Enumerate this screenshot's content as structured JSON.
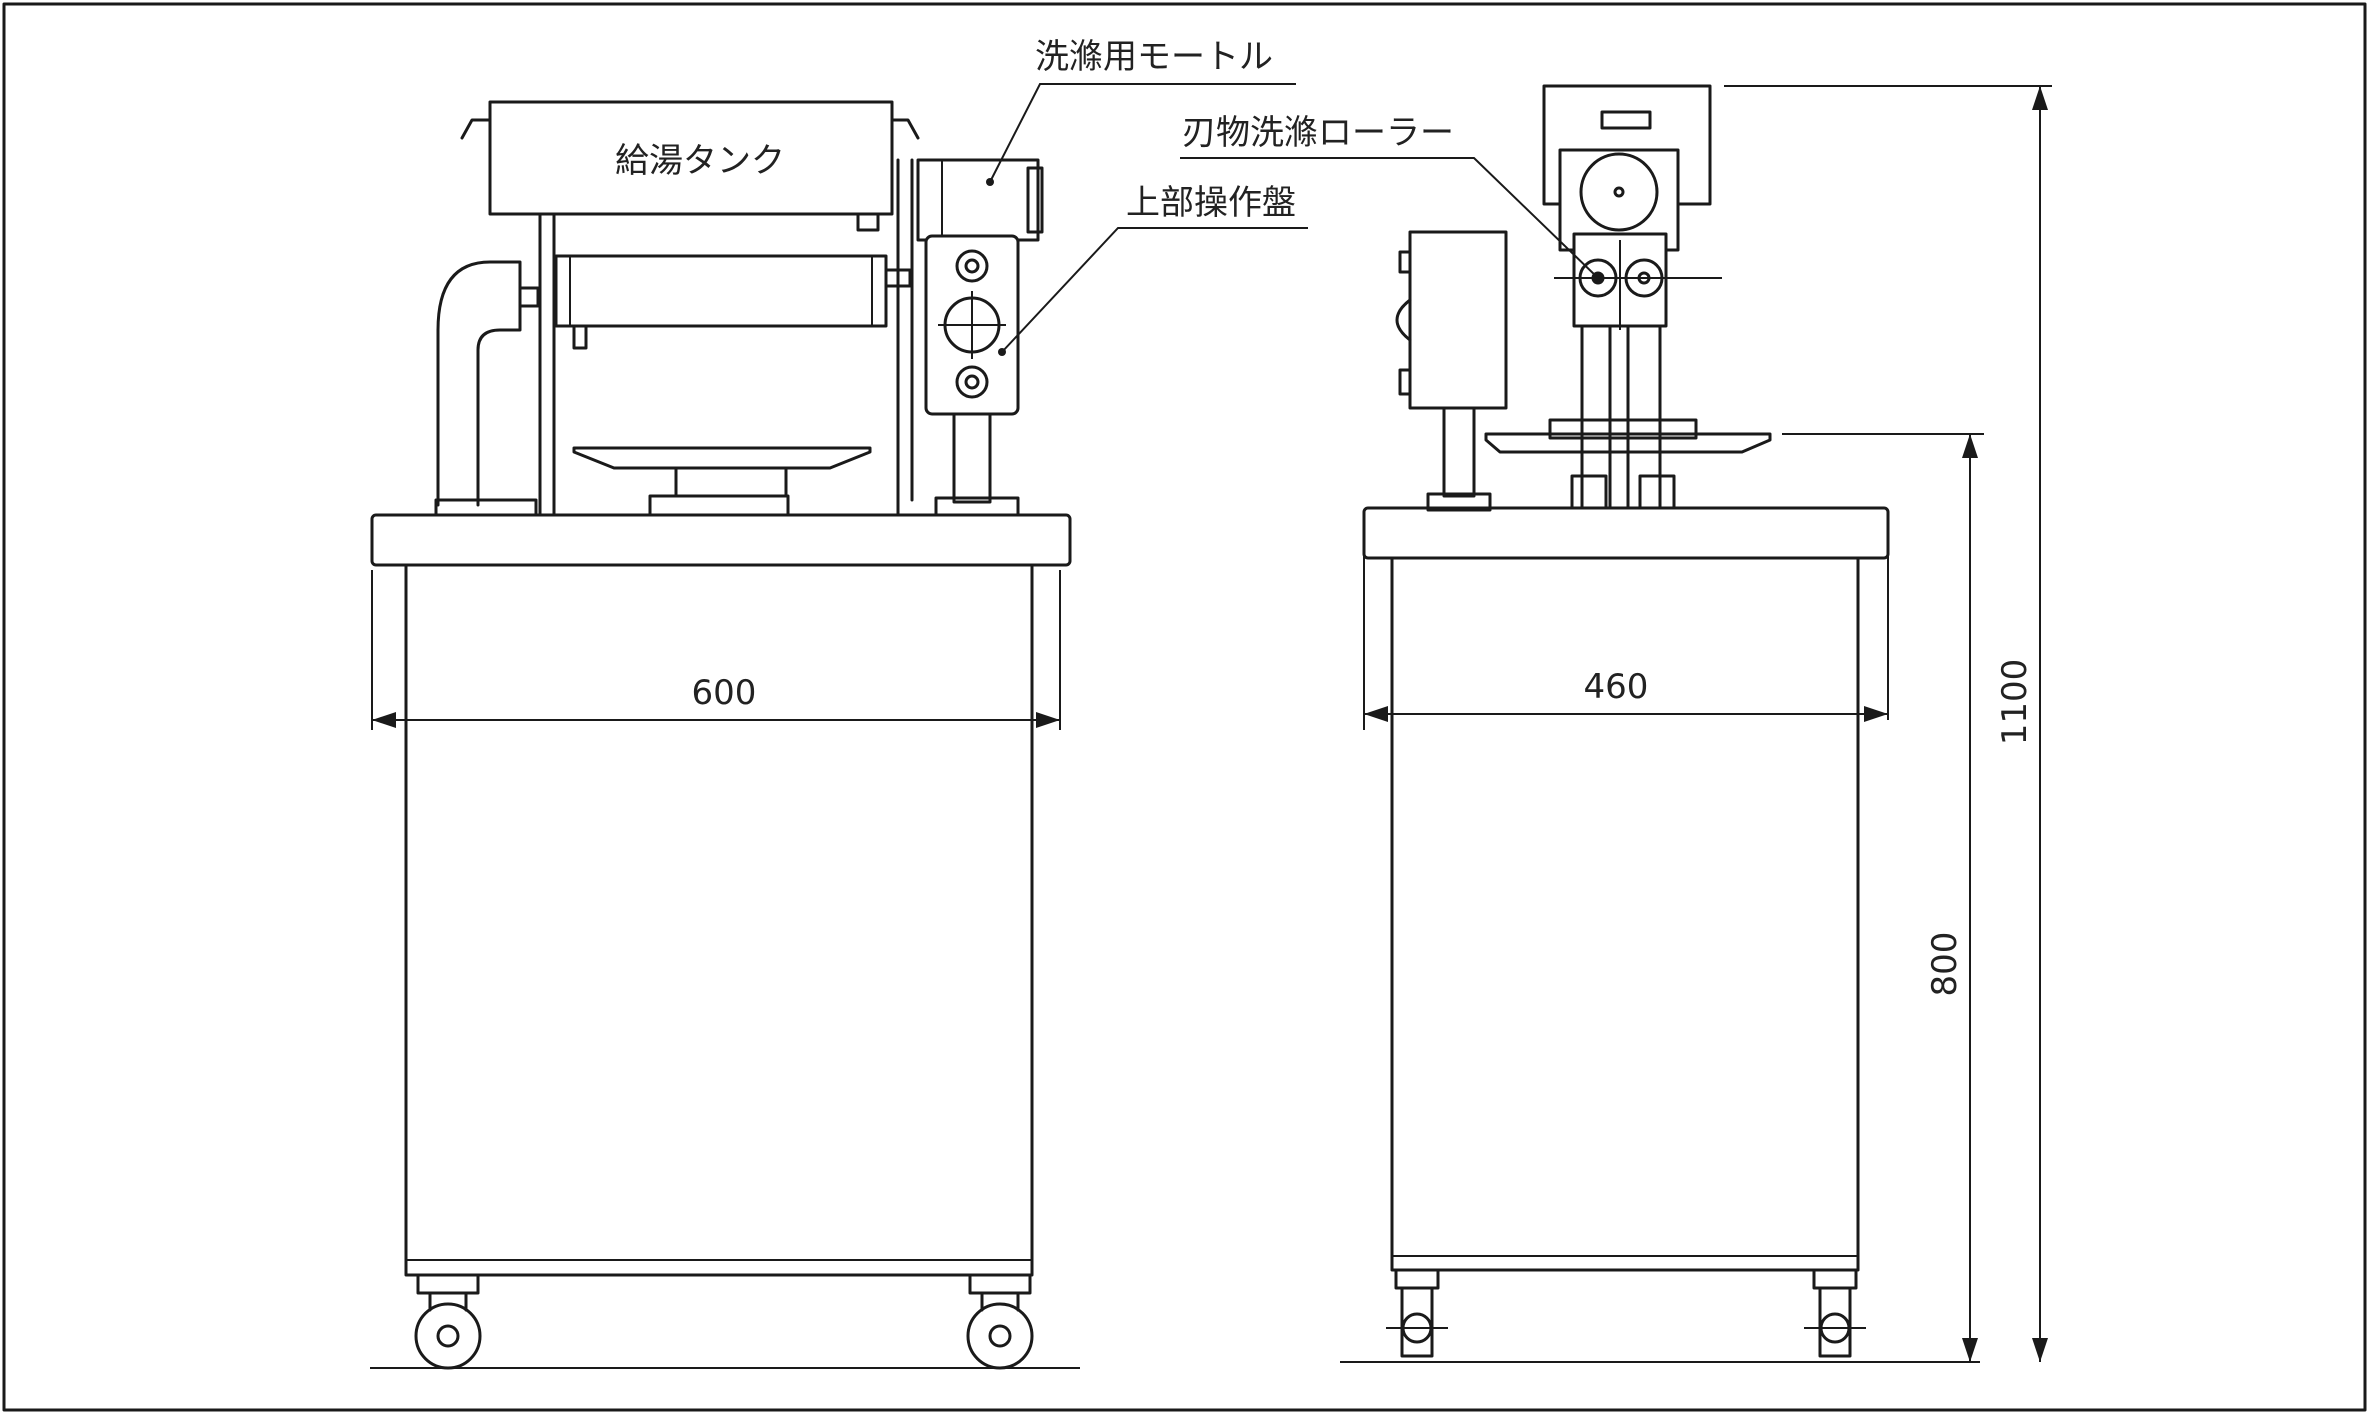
{
  "labels": {
    "hot_water_tank": "給湯タンク",
    "wash_motor": "洗滌用モートル",
    "blade_wash_roller": "刃物洗滌ローラー",
    "upper_panel": "上部操作盤"
  },
  "dimensions": {
    "front_width": "600",
    "side_width": "460",
    "total_height": "1100",
    "table_height": "800"
  }
}
